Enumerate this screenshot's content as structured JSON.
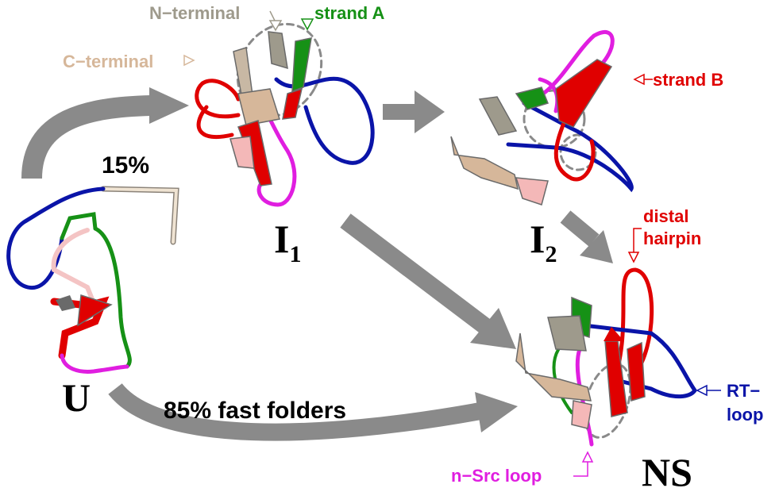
{
  "colors": {
    "arrow": "#8a8a8a",
    "n_terminal": "#9e9a8c",
    "c_terminal": "#d6b79a",
    "strand_a": "#169116",
    "strand_b": "#e00000",
    "distal_hairpin": "#e00000",
    "rt_loop": "#0a14a8",
    "n_src_loop": "#e01ee0"
  },
  "states": {
    "unfolded": "U",
    "intermediate1": {
      "base": "I",
      "sub": "1"
    },
    "intermediate2": {
      "base": "I",
      "sub": "2"
    },
    "native": "NS"
  },
  "pathways": {
    "slow_percent": "15%",
    "fast_label": "85% fast folders"
  },
  "labels": {
    "n_terminal": "N−terminal",
    "strand_a": "strand A",
    "c_terminal": "C−terminal",
    "strand_b": "strand B",
    "distal_hairpin_line1": "distal",
    "distal_hairpin_line2": "hairpin",
    "rt_loop_line1": "RT−",
    "rt_loop_line2": "loop",
    "n_src_loop": "n−Src loop"
  }
}
